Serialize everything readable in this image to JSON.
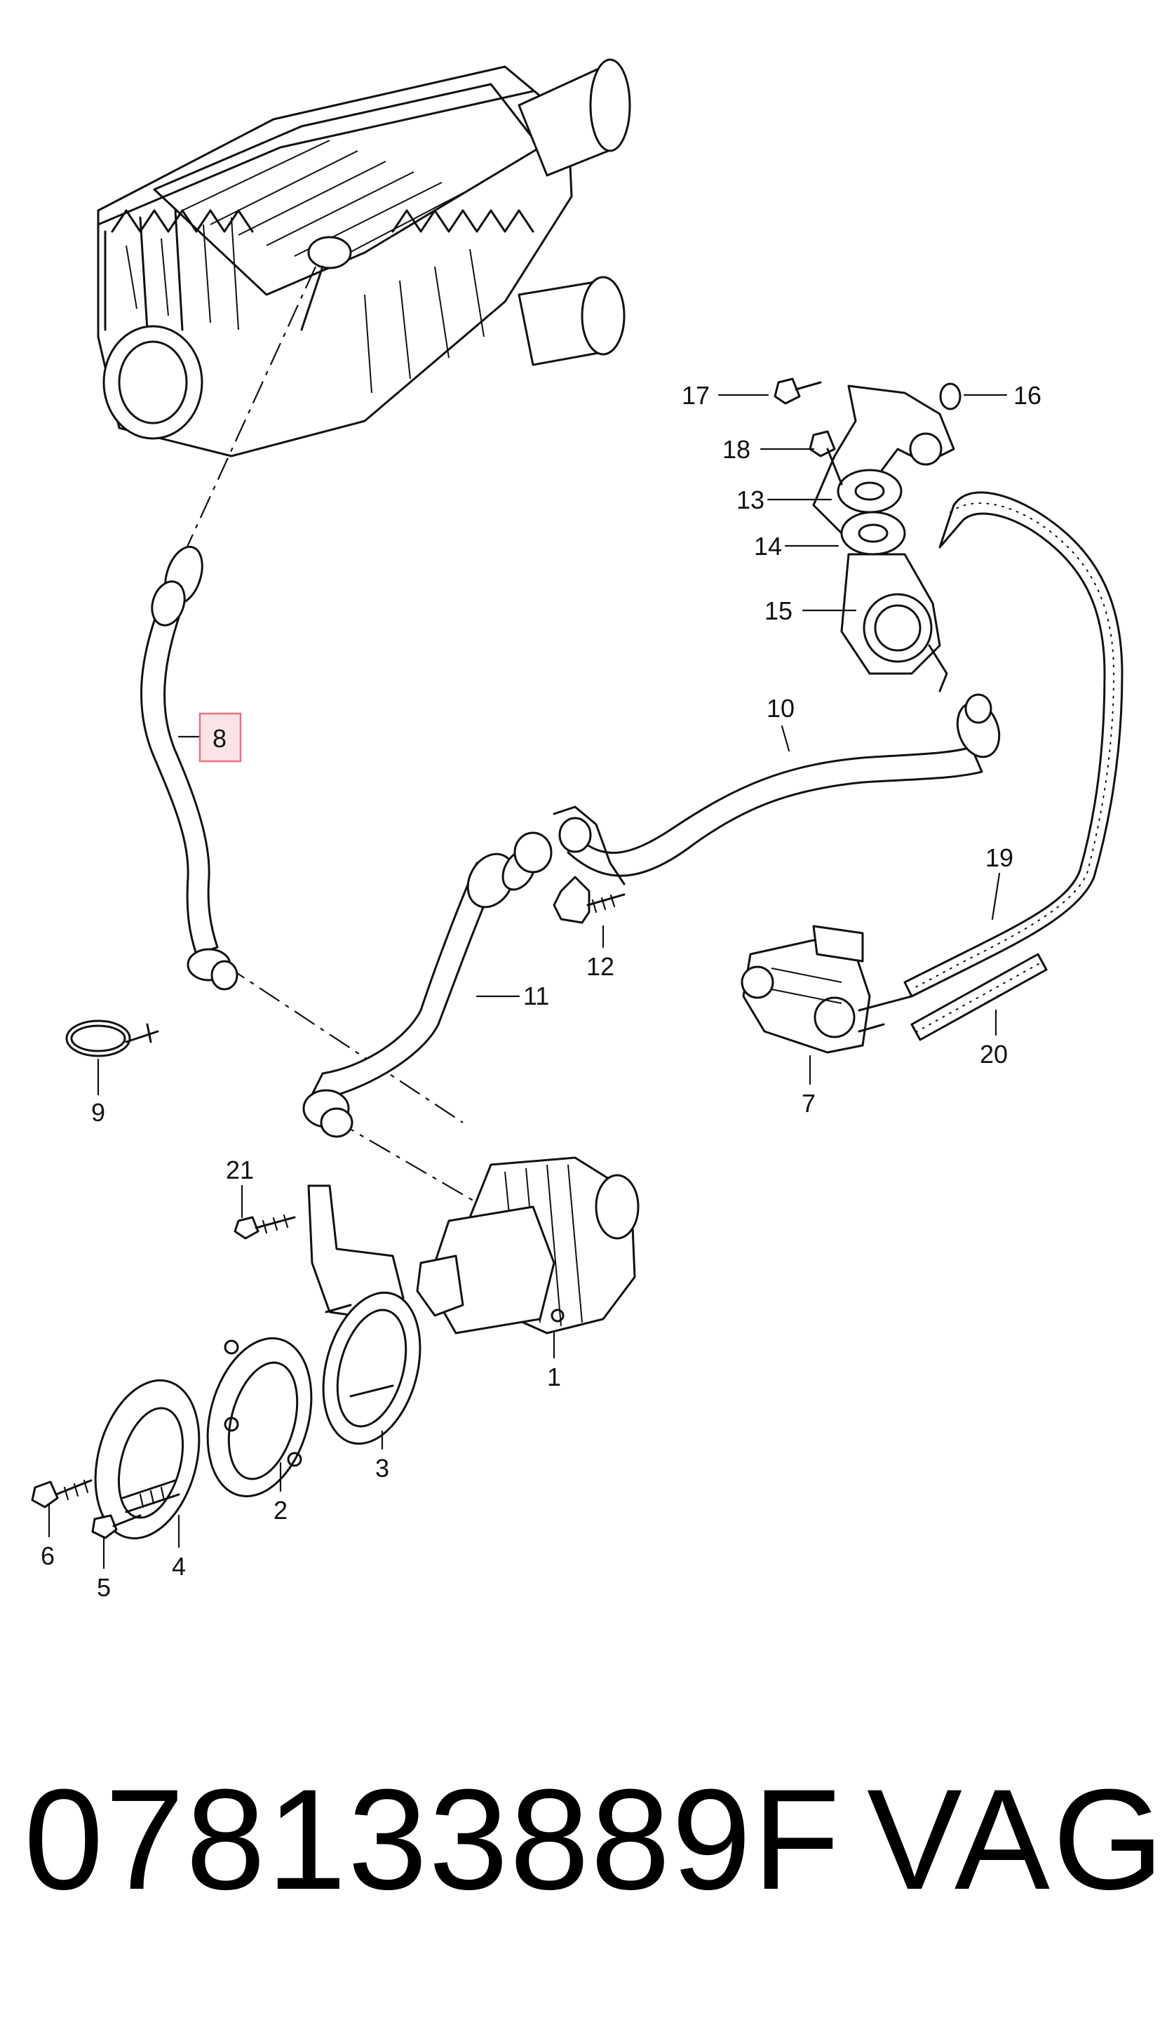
{
  "callouts": {
    "c1": "1",
    "c2": "2",
    "c3": "3",
    "c4": "4",
    "c5": "5",
    "c6": "6",
    "c7": "7",
    "c8": "8",
    "c9": "9",
    "c10": "10",
    "c11": "11",
    "c12": "12",
    "c13": "13",
    "c14": "14",
    "c15": "15",
    "c16": "16",
    "c17": "17",
    "c18": "18",
    "c19": "19",
    "c20": "20",
    "c21": "21"
  },
  "highlighted_callout": "8",
  "footer": {
    "part_number": "078133889F",
    "brand": "VAG"
  },
  "colors": {
    "linework": "#111111",
    "highlight_fill": "#fbe4e6",
    "highlight_border": "#e07580"
  }
}
